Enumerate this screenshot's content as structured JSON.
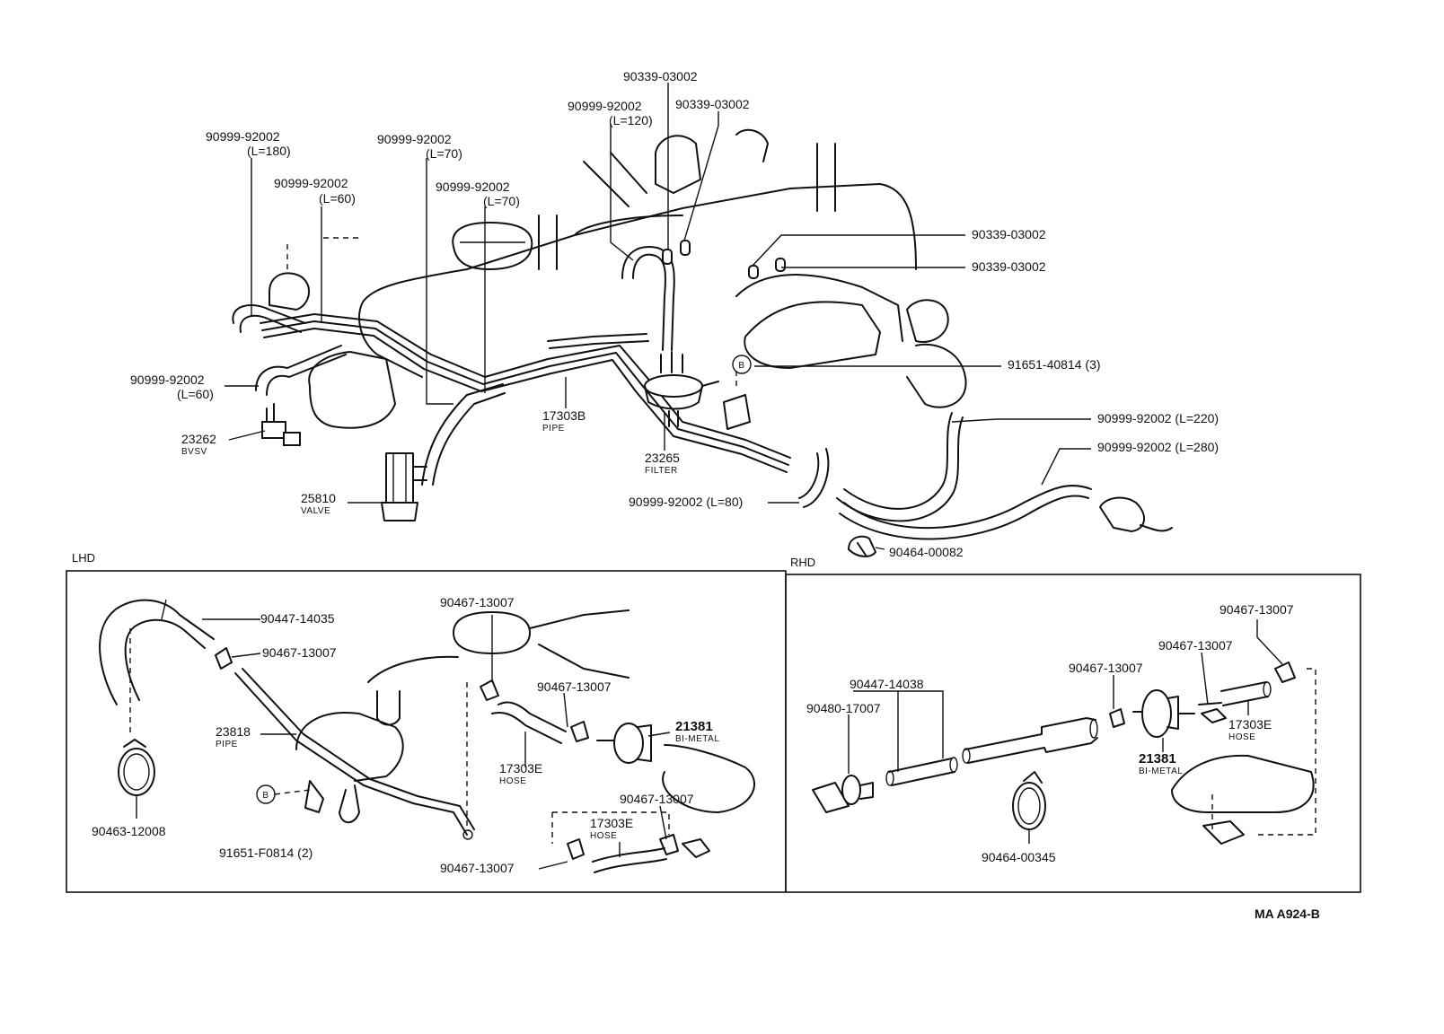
{
  "sections": {
    "lhd": "LHD",
    "rhd": "RHD"
  },
  "diagram_code": "MA A924-B",
  "marker_b": "B",
  "top": {
    "p_90339_a": "90339-03002",
    "p_90999_l120": "90999-92002",
    "p_l120": "(L=120)",
    "p_90339_b": "90339-03002",
    "p_90999_l180": "90999-92002",
    "p_l180": "(L=180)",
    "p_90999_l70a": "90999-92002",
    "p_l70a": "(L=70)",
    "p_90999_l60a": "90999-92002",
    "p_l60a": "(L=60)",
    "p_90999_l70b": "90999-92002",
    "p_l70b": "(L=70)",
    "p_90339_c": "90339-03002",
    "p_90339_d": "90339-03002",
    "p_91651_3": "91651-40814 (3)",
    "p_90999_l60b": "90999-92002",
    "p_l60b": "(L=60)",
    "p_23262": "23262",
    "p_23262_sub": "BVSV",
    "p_17303b": "17303B",
    "p_17303b_sub": "PIPE",
    "p_23265": "23265",
    "p_23265_sub": "FILTER",
    "p_25810": "25810",
    "p_25810_sub": "VALVE",
    "p_l220": "90999-92002 (L=220)",
    "p_l280": "90999-92002 (L=280)",
    "p_l80": "90999-92002 (L=80)",
    "p_90464_00082": "90464-00082"
  },
  "lhd": {
    "p_90447": "90447-14035",
    "p_90467_a": "90467-13007",
    "p_90467_b": "90467-13007",
    "p_90467_c": "90467-13007",
    "p_23818": "23818",
    "p_23818_sub": "PIPE",
    "p_21381": "21381",
    "p_21381_sub": "BI-METAL",
    "p_17303e_a": "17303E",
    "p_17303e_a_sub": "HOSE",
    "p_90467_d": "90467-13007",
    "p_17303e_b": "17303E",
    "p_17303e_b_sub": "HOSE",
    "p_90463": "90463-12008",
    "p_91651_2": "91651-F0814 (2)",
    "p_90467_e": "90467-13007"
  },
  "rhd": {
    "p_90467_a": "90467-13007",
    "p_90467_b": "90467-13007",
    "p_90467_c": "90467-13007",
    "p_90447": "90447-14038",
    "p_90480": "90480-17007",
    "p_17303e": "17303E",
    "p_17303e_sub": "HOSE",
    "p_21381": "21381",
    "p_21381_sub": "BI-METAL",
    "p_90464": "90464-00345"
  }
}
